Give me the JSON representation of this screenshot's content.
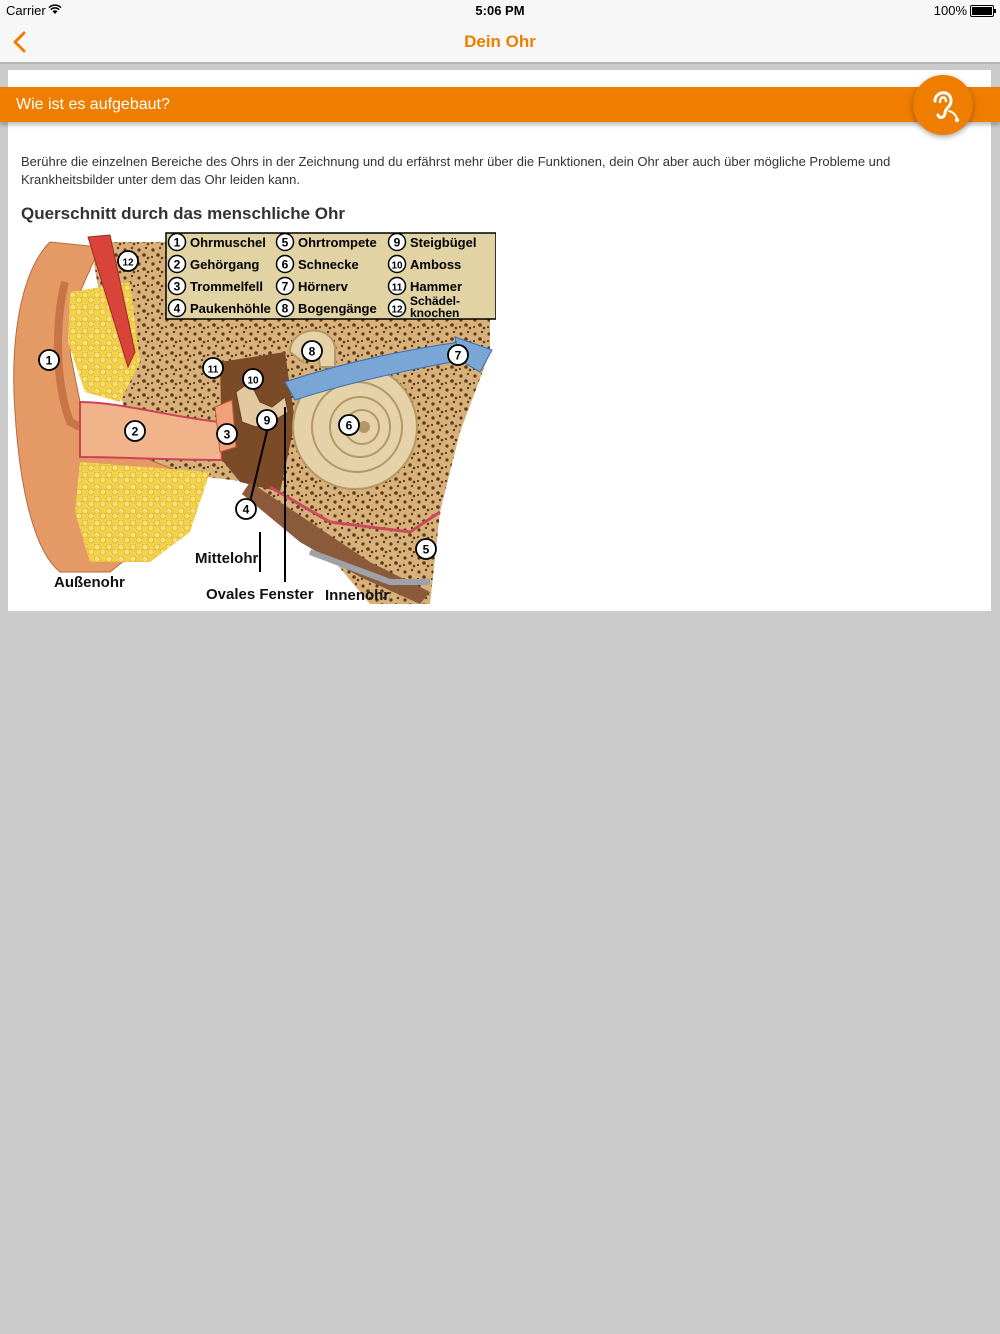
{
  "status_bar": {
    "carrier": "Carrier",
    "time": "5:06 PM",
    "battery": "100%"
  },
  "nav": {
    "title": "Dein Ohr"
  },
  "section": {
    "banner_title": "Wie ist es aufgebaut?",
    "intro_text": "Berühre die einzelnen Bereiche des Ohrs in der Zeichnung und du erfährst mehr über die Funktionen, dein Ohr aber auch über mögliche Probleme und Krankheitsbilder unter dem das Ohr leiden kann.",
    "diagram_title": "Querschnitt durch das menschliche Ohr"
  },
  "diagram": {
    "legend": [
      {
        "num": "1",
        "label": "Ohrmuschel"
      },
      {
        "num": "2",
        "label": "Gehörgang"
      },
      {
        "num": "3",
        "label": "Trommelfell"
      },
      {
        "num": "4",
        "label": "Paukenhöhle"
      },
      {
        "num": "5",
        "label": "Ohrtrompete"
      },
      {
        "num": "6",
        "label": "Schnecke"
      },
      {
        "num": "7",
        "label": "Hörnerv"
      },
      {
        "num": "8",
        "label": "Bogengänge"
      },
      {
        "num": "9",
        "label": "Steigbügel"
      },
      {
        "num": "10",
        "label": "Amboss"
      },
      {
        "num": "11",
        "label": "Hammer"
      },
      {
        "num": "12",
        "label": "Schädel-",
        "label2": "knochen"
      }
    ],
    "region_labels": {
      "outer": "Außenohr",
      "middle": "Mittelohr",
      "oval_window": "Ovales Fenster",
      "inner": "Innenohr"
    },
    "markers": [
      "1",
      "2",
      "3",
      "4",
      "5",
      "6",
      "7",
      "8",
      "9",
      "10",
      "11",
      "12"
    ]
  },
  "colors": {
    "accent": "#ef7d00",
    "background": "#cbcbcb",
    "card": "#ffffff"
  },
  "icons": {
    "back": "chevron-left-icon",
    "ear": "ear-icon",
    "wifi": "wifi-icon",
    "battery": "battery-icon"
  }
}
